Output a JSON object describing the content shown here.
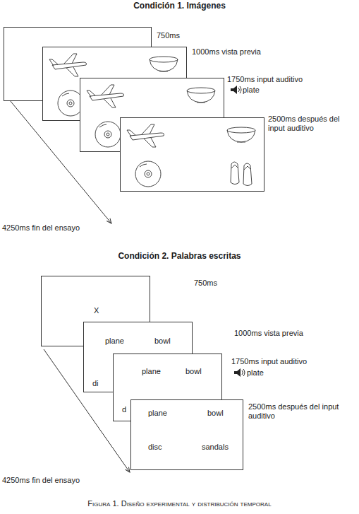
{
  "diagram": {
    "caption": "Figura 1. Diseño experimental y distribución temporal",
    "nodes": [
      {
        "text": [
          "X"
        ]
      },
      {
        "text": [
          "X"
        ]
      },
      {
        "text": [
          "plane",
          "bowl",
          "di"
        ]
      },
      {
        "text": [
          "plane",
          "bowl",
          "d"
        ]
      },
      {
        "text": [
          "plane",
          "bowl",
          "disc",
          "sandals"
        ]
      }
    ],
    "labels": [
      "Condición 1. Imágenes",
      "750ms",
      "1000ms vista previa",
      "1750ms input auditivo",
      "plate",
      "2500ms después del input auditivo",
      "4250ms fin del ensayo",
      "Condición 2. Palabras escritas",
      "750ms",
      "1000ms vista previa",
      "1750ms input auditivo",
      "plate",
      "2500ms después del input auditivo",
      "4250ms fin del ensayo"
    ]
  }
}
